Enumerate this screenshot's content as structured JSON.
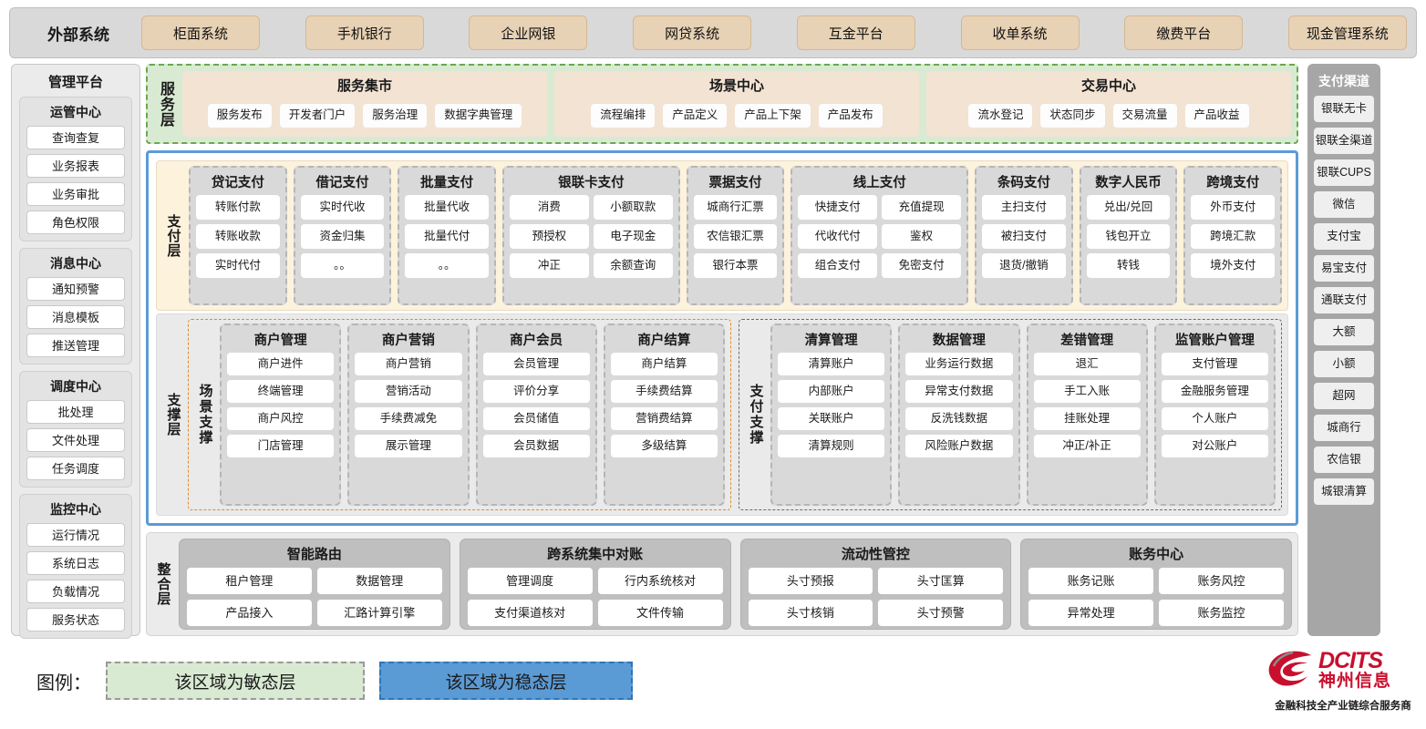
{
  "external": {
    "label": "外部系统",
    "systems": [
      "柜面系统",
      "手机银行",
      "企业网银",
      "网贷系统",
      "互金平台",
      "收单系统",
      "缴费平台",
      "现金管理系统"
    ]
  },
  "management": {
    "title": "管理平台",
    "groups": [
      {
        "name": "运管中心",
        "items": [
          "查询查复",
          "业务报表",
          "业务审批",
          "角色权限"
        ]
      },
      {
        "name": "消息中心",
        "items": [
          "通知预警",
          "消息模板",
          "推送管理"
        ]
      },
      {
        "name": "调度中心",
        "items": [
          "批处理",
          "文件处理",
          "任务调度"
        ]
      },
      {
        "name": "监控中心",
        "items": [
          "运行情况",
          "系统日志",
          "负载情况",
          "服务状态"
        ]
      }
    ]
  },
  "channels": {
    "title": "支付渠道",
    "items": [
      "银联无卡",
      "银联全渠道",
      "银联CUPS",
      "微信",
      "支付宝",
      "易宝支付",
      "通联支付",
      "大额",
      "小额",
      "超网",
      "城商行",
      "农信银",
      "城银清算"
    ]
  },
  "service_layer": {
    "label": "服务层",
    "groups": [
      {
        "name": "服务集市",
        "items": [
          "服务发布",
          "开发者门户",
          "服务治理",
          "数据字典管理"
        ]
      },
      {
        "name": "场景中心",
        "items": [
          "流程编排",
          "产品定义",
          "产品上下架",
          "产品发布"
        ]
      },
      {
        "name": "交易中心",
        "items": [
          "流水登记",
          "状态同步",
          "交易流量",
          "产品收益"
        ]
      }
    ]
  },
  "payment_layer": {
    "label": "支付层",
    "columns": [
      {
        "name": "贷记支付",
        "wide": false,
        "items": [
          "转账付款",
          "转账收款",
          "实时代付"
        ]
      },
      {
        "name": "借记支付",
        "wide": false,
        "items": [
          "实时代收",
          "资金归集",
          "。。"
        ]
      },
      {
        "name": "批量支付",
        "wide": false,
        "items": [
          "批量代收",
          "批量代付",
          "。。"
        ]
      },
      {
        "name": "银联卡支付",
        "wide": true,
        "items": [
          "消费",
          "小额取款",
          "预授权",
          "电子现金",
          "冲正",
          "余额查询"
        ]
      },
      {
        "name": "票据支付",
        "wide": false,
        "items": [
          "城商行汇票",
          "农信银汇票",
          "银行本票"
        ]
      },
      {
        "name": "线上支付",
        "wide": true,
        "items": [
          "快捷支付",
          "充值提现",
          "代收代付",
          "鉴权",
          "组合支付",
          "免密支付"
        ]
      },
      {
        "name": "条码支付",
        "wide": false,
        "items": [
          "主扫支付",
          "被扫支付",
          "退货/撤销"
        ]
      },
      {
        "name": "数字人民币",
        "wide": false,
        "items": [
          "兑出/兑回",
          "钱包开立",
          "转钱"
        ]
      },
      {
        "name": "跨境支付",
        "wide": false,
        "items": [
          "外币支付",
          "跨境汇款",
          "境外支付"
        ]
      }
    ]
  },
  "support_layer": {
    "label": "支撑层",
    "zones": [
      {
        "label": "场景支撑",
        "style": "orange",
        "columns": [
          {
            "name": "商户管理",
            "items": [
              "商户进件",
              "终端管理",
              "商户风控",
              "门店管理"
            ]
          },
          {
            "name": "商户营销",
            "items": [
              "商户营销",
              "营销活动",
              "手续费减免",
              "展示管理"
            ]
          },
          {
            "name": "商户会员",
            "items": [
              "会员管理",
              "评价分享",
              "会员储值",
              "会员数据"
            ]
          },
          {
            "name": "商户结算",
            "items": [
              "商户结算",
              "手续费结算",
              "营销费结算",
              "多级结算"
            ]
          }
        ]
      },
      {
        "label": "支付支撑",
        "style": "grey",
        "columns": [
          {
            "name": "清算管理",
            "items": [
              "清算账户",
              "内部账户",
              "关联账户",
              "清算规则"
            ]
          },
          {
            "name": "数据管理",
            "items": [
              "业务运行数据",
              "异常支付数据",
              "反洗钱数据",
              "风险账户数据"
            ]
          },
          {
            "name": "差错管理",
            "items": [
              "退汇",
              "手工入账",
              "挂账处理",
              "冲正/补正"
            ]
          },
          {
            "name": "监管账户管理",
            "items": [
              "支付管理",
              "金融服务管理",
              "个人账户",
              "对公账户"
            ]
          }
        ]
      }
    ]
  },
  "integration_layer": {
    "label": "整合层",
    "boxes": [
      {
        "name": "智能路由",
        "items": [
          "租户管理",
          "数据管理",
          "产品接入",
          "汇路计算引擎"
        ]
      },
      {
        "name": "跨系统集中对账",
        "items": [
          "管理调度",
          "行内系统核对",
          "支付渠道核对",
          "文件传输"
        ]
      },
      {
        "name": "流动性管控",
        "items": [
          "头寸预报",
          "头寸匡算",
          "头寸核销",
          "头寸预警"
        ]
      },
      {
        "name": "账务中心",
        "items": [
          "账务记账",
          "账务风控",
          "异常处理",
          "账务监控"
        ]
      }
    ]
  },
  "legend": {
    "label": "图例：",
    "agile_text": "该区域为敏态层",
    "stable_text": "该区域为稳态层",
    "agile_color": "#d9ead3",
    "stable_color": "#5b9bd5"
  },
  "logo": {
    "en": "DCITS",
    "cn": "神州信息",
    "tagline": "金融科技全产业链综合服务商",
    "color": "#c8102e"
  }
}
